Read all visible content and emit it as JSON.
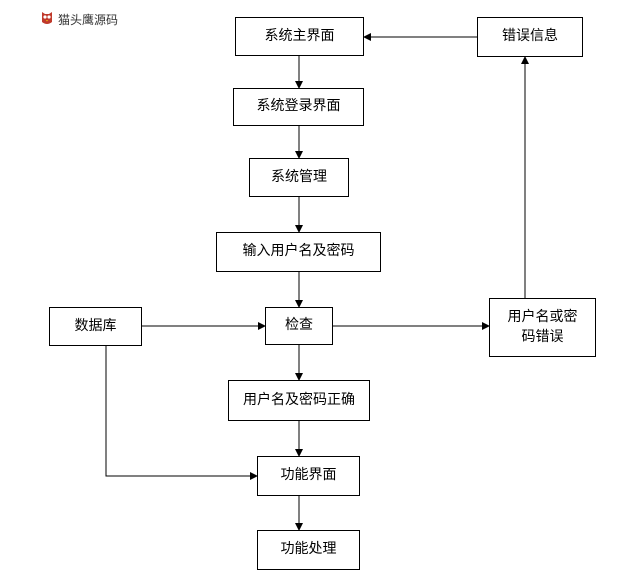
{
  "logo": {
    "icon": "owl-icon",
    "text": "猫头鹰源码"
  },
  "nodes": {
    "main": "系统主界面",
    "error_info": "错误信息",
    "login": "系统登录界面",
    "manage": "系统管理",
    "input": "输入用户名及密码",
    "database": "数据库",
    "check": "检查",
    "wrong_line1": "用户名或密",
    "wrong_line2": "码错误",
    "correct": "用户名及密码正确",
    "func_ui": "功能界面",
    "func_proc": "功能处理"
  },
  "colors": {
    "line": "#000000",
    "node_border": "#000000",
    "logo_accent": "#c0392b"
  }
}
